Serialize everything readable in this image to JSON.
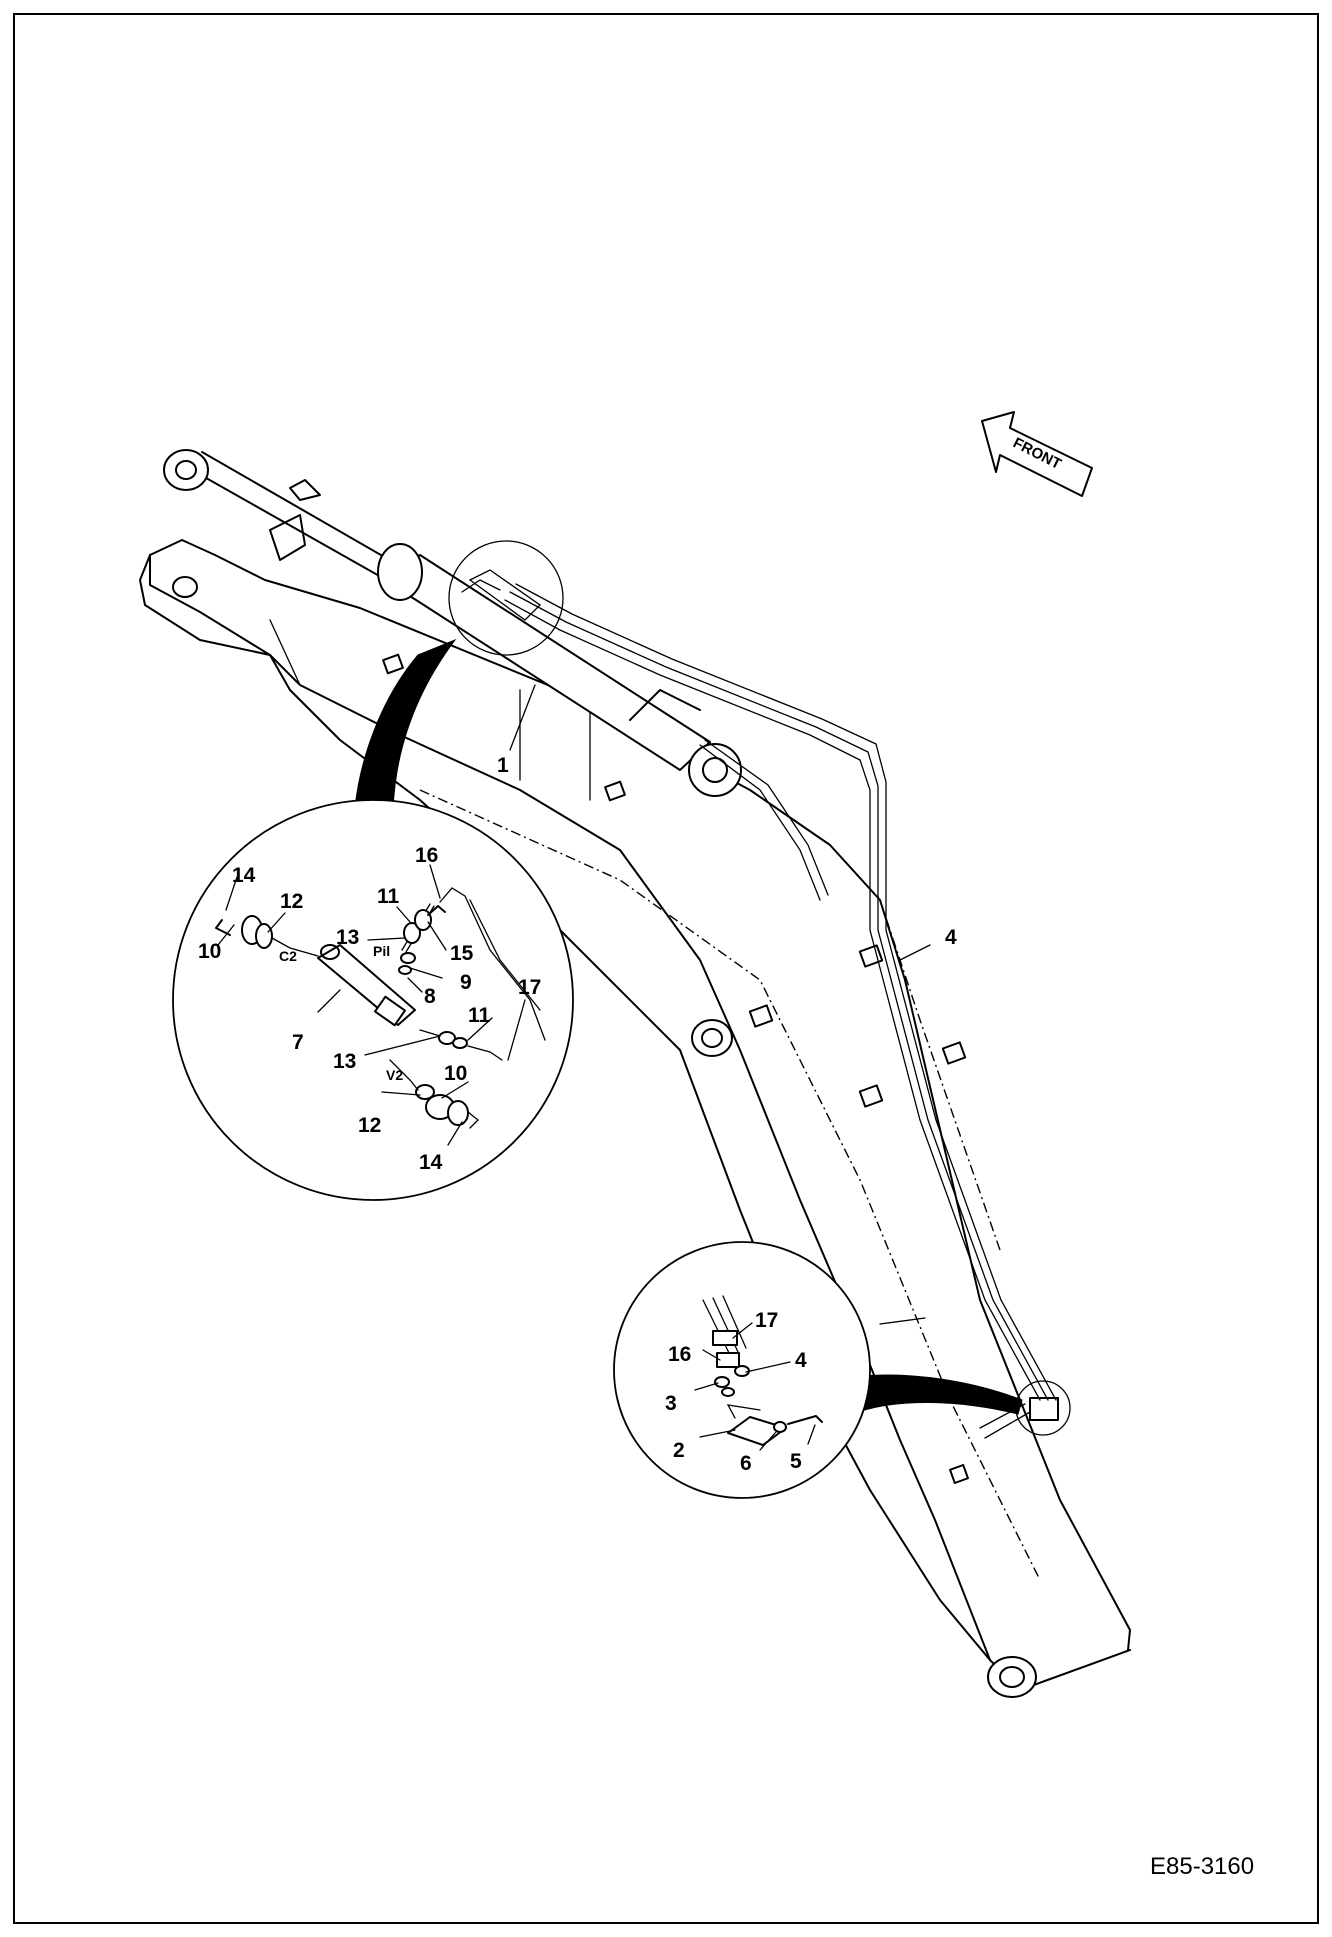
{
  "drawing": {
    "number": "E85-3160",
    "direction_label": "FRONT"
  },
  "port_labels": {
    "c2": "C2",
    "pil": "Pil",
    "v2": "V2"
  },
  "callouts": {
    "main_1": "1",
    "main_4": "4",
    "d1_14a": "14",
    "d1_12a": "12",
    "d1_10a": "10",
    "d1_16": "16",
    "d1_11a": "11",
    "d1_13a": "13",
    "d1_15": "15",
    "d1_9": "9",
    "d1_8": "8",
    "d1_17": "17",
    "d1_11b": "11",
    "d1_7": "7",
    "d1_13b": "13",
    "d1_10b": "10",
    "d1_12b": "12",
    "d1_14b": "14",
    "d2_17": "17",
    "d2_16": "16",
    "d2_4": "4",
    "d2_3": "3",
    "d2_2": "2",
    "d2_6": "6",
    "d2_5": "5"
  }
}
